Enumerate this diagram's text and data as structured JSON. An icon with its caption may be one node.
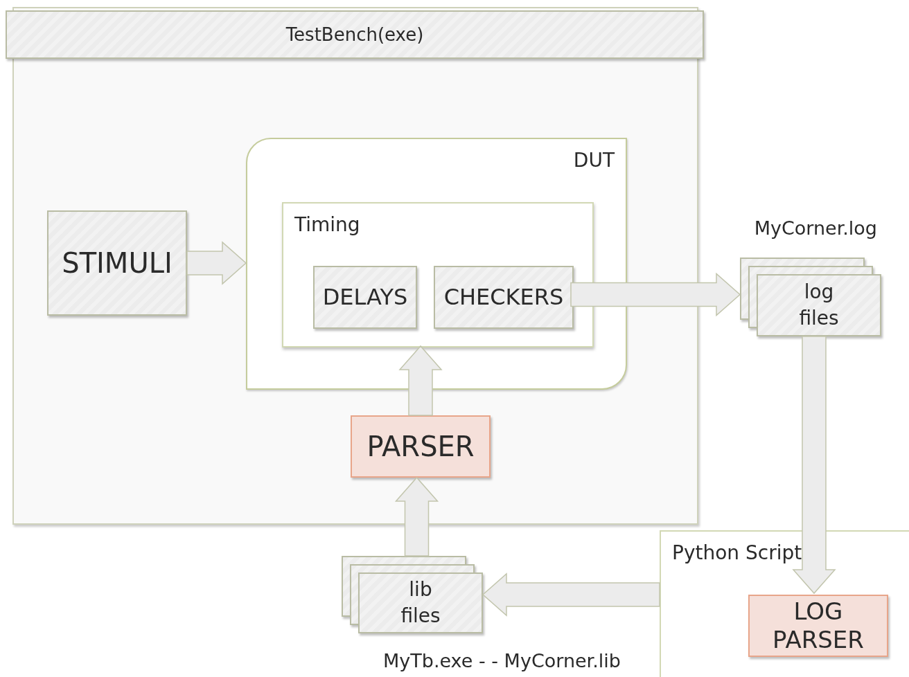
{
  "diagram": {
    "nodes": [
      {
        "text": [
          "TestBench(exe)"
        ]
      },
      {
        "text": [
          "STIMULI"
        ],
        "in": 0
      },
      {
        "text": [
          "DUT"
        ],
        "in": 0
      },
      {
        "text": [
          "Timing"
        ],
        "in": 2
      },
      {
        "text": [
          "DELAYS"
        ],
        "in": 3
      },
      {
        "text": [
          "CHECKERS"
        ],
        "in": 3
      },
      {
        "text": [
          "PARSER"
        ],
        "in": 0
      },
      {
        "text": [
          "log files"
        ],
        "beside": [
          "MyCorner.log"
        ]
      },
      {
        "text": [
          "Python Script"
        ]
      },
      {
        "text": [
          "LOG PARSER"
        ],
        "in": 8
      },
      {
        "text": [
          "lib files"
        ],
        "beside": [
          "MyTb.exe - - MyCorner.lib"
        ]
      }
    ],
    "edges": [
      {
        "from": 1,
        "to": 2,
        "arrow": "to"
      },
      {
        "from": 5,
        "to": 7,
        "arrow": "to"
      },
      {
        "from": 6,
        "to": 3,
        "arrow": "to"
      },
      {
        "from": 10,
        "to": 6,
        "arrow": "to"
      },
      {
        "from": 7,
        "to": 9,
        "arrow": "to"
      },
      {
        "from": 8,
        "to": 10,
        "arrow": "to"
      }
    ]
  }
}
